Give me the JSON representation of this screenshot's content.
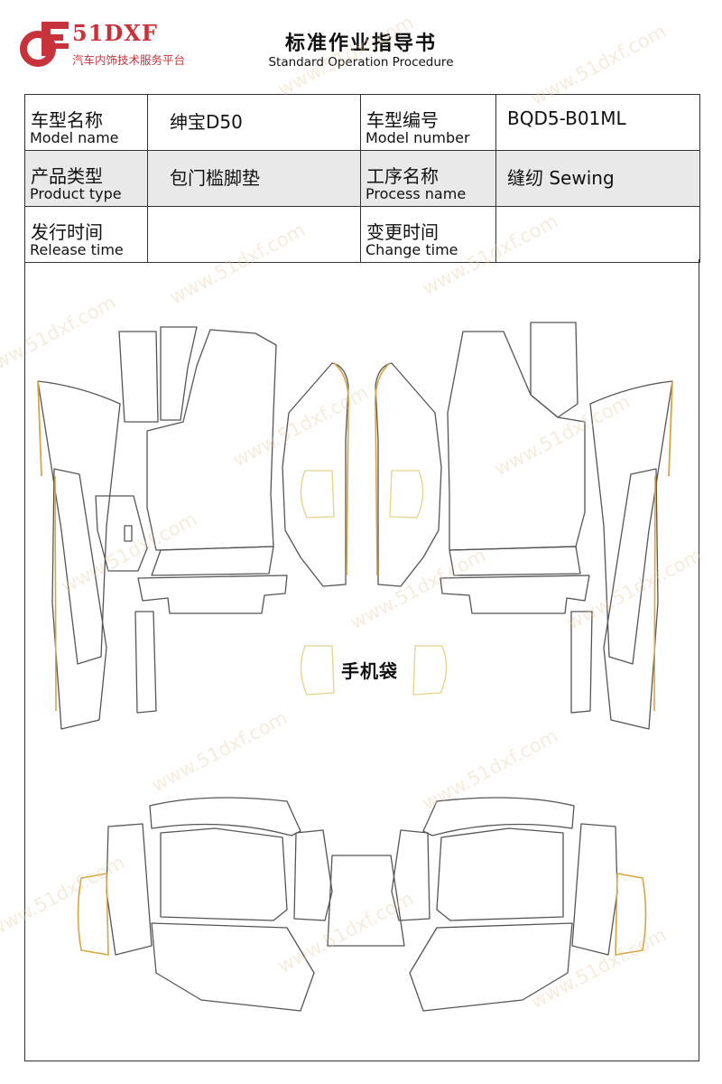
{
  "header": {
    "logo_brand": "51DXF",
    "logo_subtitle": "汽车内饰技术服务平台",
    "title_cn": "标准作业指导书",
    "title_en": "Standard Operation Procedure"
  },
  "info": {
    "model_name": {
      "label_cn": "车型名称",
      "label_en": "Model name",
      "value": "绅宝D50"
    },
    "model_number": {
      "label_cn": "车型编号",
      "label_en": "Model number",
      "value": "BQD5-B01ML"
    },
    "product_type": {
      "label_cn": "产品类型",
      "label_en": "Product type",
      "value": "包门槛脚垫"
    },
    "process_name": {
      "label_cn": "工序名称",
      "label_en": "Process name",
      "value": "缝纫 Sewing"
    },
    "release_time": {
      "label_cn": "发行时间",
      "label_en": "Release time",
      "value": ""
    },
    "change_time": {
      "label_cn": "变更时间",
      "label_en": "Change time",
      "value": ""
    }
  },
  "drawing": {
    "phone_pocket_label": "手机袋"
  },
  "watermark": "www.51dxf.com",
  "colors": {
    "brand_red": "#c8323a",
    "outline": "#555555",
    "edge_accent": "#d9a441"
  }
}
